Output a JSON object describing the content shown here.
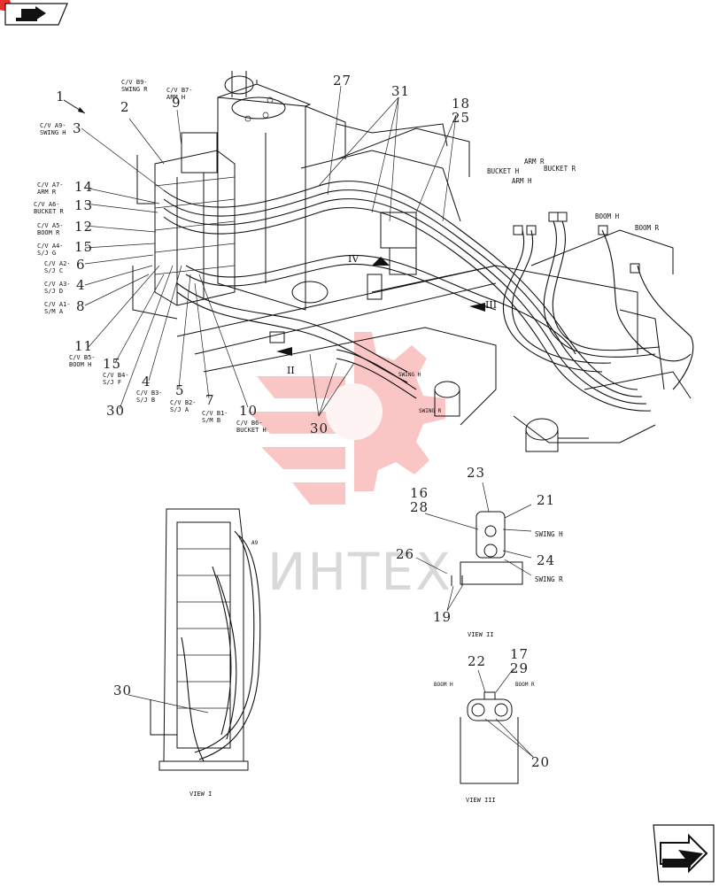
{
  "watermark": {
    "text": "ИНТЕХ",
    "color": "#e8302d"
  },
  "nav": {
    "prev_icon": "back-arrow-icon",
    "next_icon": "next-arrow-icon"
  },
  "callouts": {
    "c1": "1",
    "c2": "2",
    "c3": "3",
    "c4a": "4",
    "c4b": "4",
    "c5": "5",
    "c6": "6",
    "c7": "7",
    "c8": "8",
    "c9": "9",
    "c10": "10",
    "c11": "11",
    "c12": "12",
    "c13": "13",
    "c14": "14",
    "c15a": "15",
    "c15b": "15",
    "c16": "16",
    "c17": "17",
    "c18": "18",
    "c19": "19",
    "c20": "20",
    "c21": "21",
    "c22": "22",
    "c23": "23",
    "c24": "24",
    "c25": "25",
    "c26": "26",
    "c27": "27",
    "c28": "28",
    "c29": "29",
    "c30a": "30",
    "c30b": "30",
    "c30c": "30",
    "c31": "31"
  },
  "labels": {
    "cv_b9": "C/V B9-\nSWING R",
    "cv_b7": "C/V B7-\nARM H",
    "cv_a9": "C/V A9-\nSWING H",
    "cv_a7": "C/V A7-\nARM R",
    "cv_a6": "C/V A6-\nBUCKET R",
    "cv_a5": "C/V A5-\nBOOM R",
    "cv_a4": "C/V A4-\nS/J G",
    "cv_a2": "C/V A2-\nS/J C",
    "cv_a3": "C/V A3-\nS/J D",
    "cv_a1": "C/V A1-\nS/M A",
    "cv_b5": "C/V B5-\nBOOM H",
    "cv_b4": "C/V B4-\nS/J F",
    "cv_b3": "C/V B3-\nS/J B",
    "cv_b2": "C/V B2-\nS/J A",
    "cv_b1": "C/V B1-\nS/M B",
    "cv_b6": "C/V B6-\nBUCKET H"
  },
  "hose_labels": {
    "bucket_h": "BUCKET H",
    "arm_r": "ARM R",
    "arm_h": "ARM H",
    "bucket_r": "BUCKET R",
    "boom_h": "BOOM H",
    "boom_r": "BOOM R",
    "swing_h_center": "SWING H",
    "swing_r_center": "SWING R",
    "swing_h_view2": "SWING H",
    "swing_r_view2": "SWING R",
    "boom_h_view3": "BOOM H",
    "boom_r_view3": "BOOM R",
    "a9": "A9",
    "roman_ii": "II",
    "roman_iii": "III",
    "roman_iv": "IV"
  },
  "views": {
    "view1": "VIEW I",
    "view2": "VIEW II",
    "view3": "VIEW III"
  }
}
